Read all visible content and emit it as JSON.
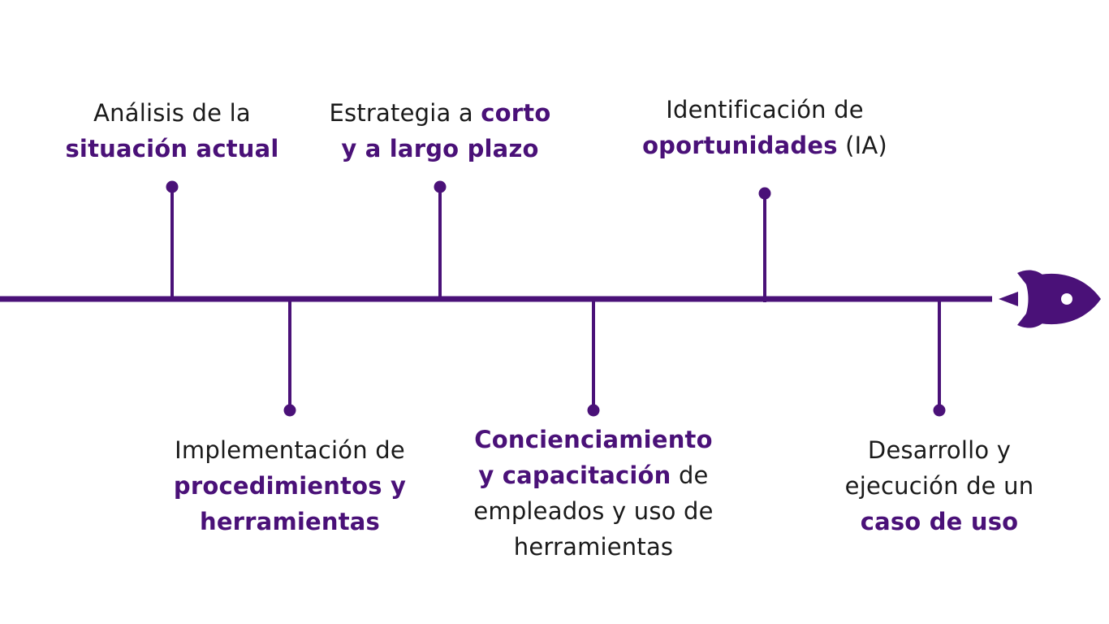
{
  "colors": {
    "accent": "#4a1178",
    "text": "#1a1a1a",
    "background": "#ffffff"
  },
  "rocket": {
    "icon": "rocket-icon"
  },
  "milestones": [
    {
      "position": "above",
      "lines": [
        [
          {
            "text": "Análisis de la",
            "bold": false
          }
        ],
        [
          {
            "text": "situación actual",
            "bold": true
          }
        ]
      ]
    },
    {
      "position": "below",
      "lines": [
        [
          {
            "text": "Implementación de",
            "bold": false
          }
        ],
        [
          {
            "text": "procedimientos y",
            "bold": true
          }
        ],
        [
          {
            "text": "herramientas",
            "bold": true
          }
        ]
      ]
    },
    {
      "position": "above",
      "lines": [
        [
          {
            "text": "Estrategia a ",
            "bold": false
          },
          {
            "text": "corto",
            "bold": true
          }
        ],
        [
          {
            "text": "y a largo plazo",
            "bold": true
          }
        ]
      ]
    },
    {
      "position": "below",
      "lines": [
        [
          {
            "text": "Concienciamiento",
            "bold": true
          }
        ],
        [
          {
            "text": "y capacitación",
            "bold": true
          },
          {
            "text": " de",
            "bold": false
          }
        ],
        [
          {
            "text": "empleados y uso de",
            "bold": false
          }
        ],
        [
          {
            "text": "herramientas",
            "bold": false
          }
        ]
      ]
    },
    {
      "position": "above",
      "lines": [
        [
          {
            "text": "Identificación de",
            "bold": false
          }
        ],
        [
          {
            "text": "oportunidades",
            "bold": true
          },
          {
            "text": " (IA)",
            "bold": false
          }
        ]
      ]
    },
    {
      "position": "below",
      "lines": [
        [
          {
            "text": "Desarrollo y",
            "bold": false
          }
        ],
        [
          {
            "text": "ejecución de un",
            "bold": false
          }
        ],
        [
          {
            "text": "caso de uso",
            "bold": true
          }
        ]
      ]
    }
  ]
}
